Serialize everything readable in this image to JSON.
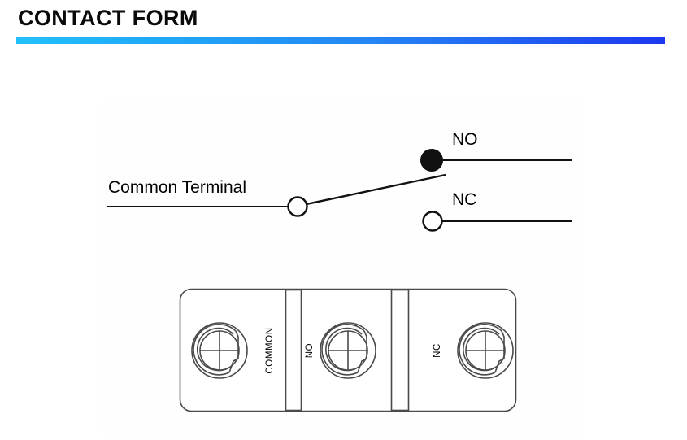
{
  "header": {
    "title": "CONTACT FORM",
    "rule_gradient_from": "#22c0fa",
    "rule_gradient_to": "#1b38f0"
  },
  "schematic": {
    "common_label": "Common Terminal",
    "no_label": "NO",
    "nc_label": "NC",
    "line_color": "#111111",
    "no_dot_state": "filled",
    "nc_dot_state": "open",
    "common_dot_state": "open"
  },
  "terminal_block": {
    "outline_color": "#4a4a4a",
    "terminals": [
      {
        "name": "COMMON",
        "label": "COMMON"
      },
      {
        "name": "NO",
        "label": "NO"
      },
      {
        "name": "NC",
        "label": "NC"
      }
    ]
  }
}
